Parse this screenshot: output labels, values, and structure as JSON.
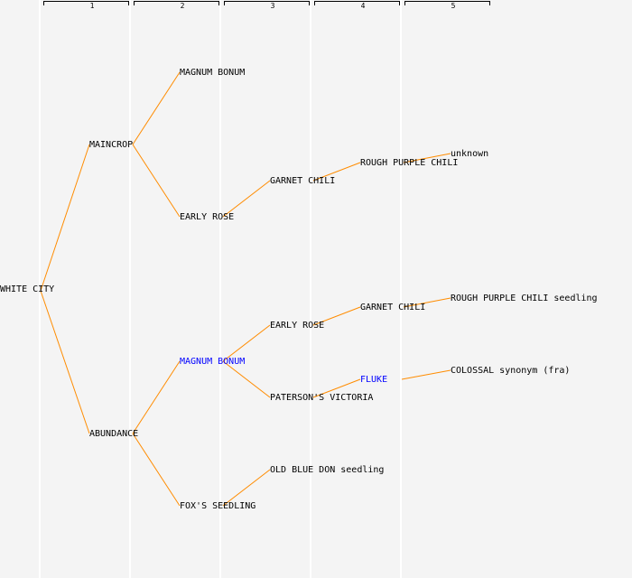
{
  "columns": [
    "1",
    "2",
    "3",
    "4",
    "5"
  ],
  "colors": {
    "edge": "#ff8c00",
    "highlight": "#0000ff",
    "background": "#f4f4f4"
  },
  "nodes": {
    "root": "WHITE CITY",
    "n_maincrop": "MAINCROP",
    "n_abundance": "ABUNDANCE",
    "n_magnum1": "MAGNUM BONUM",
    "n_early1": "EARLY ROSE",
    "n_magnum2": "MAGNUM BONUM",
    "n_fox": "FOX'S SEEDLING",
    "n_garnet1": "GARNET CHILI",
    "n_early2": "EARLY ROSE",
    "n_paterson": "PATERSON'S VICTORIA",
    "n_oldblue": "OLD BLUE DON seedling",
    "n_rough1": "ROUGH PURPLE CHILI",
    "n_garnet2": "GARNET CHILI",
    "n_fluke": "FLUKE",
    "n_unknown": "unknown",
    "n_rough2": "ROUGH PURPLE CHILI seedling",
    "n_colossal": "COLOSSAL synonym (fra)"
  }
}
